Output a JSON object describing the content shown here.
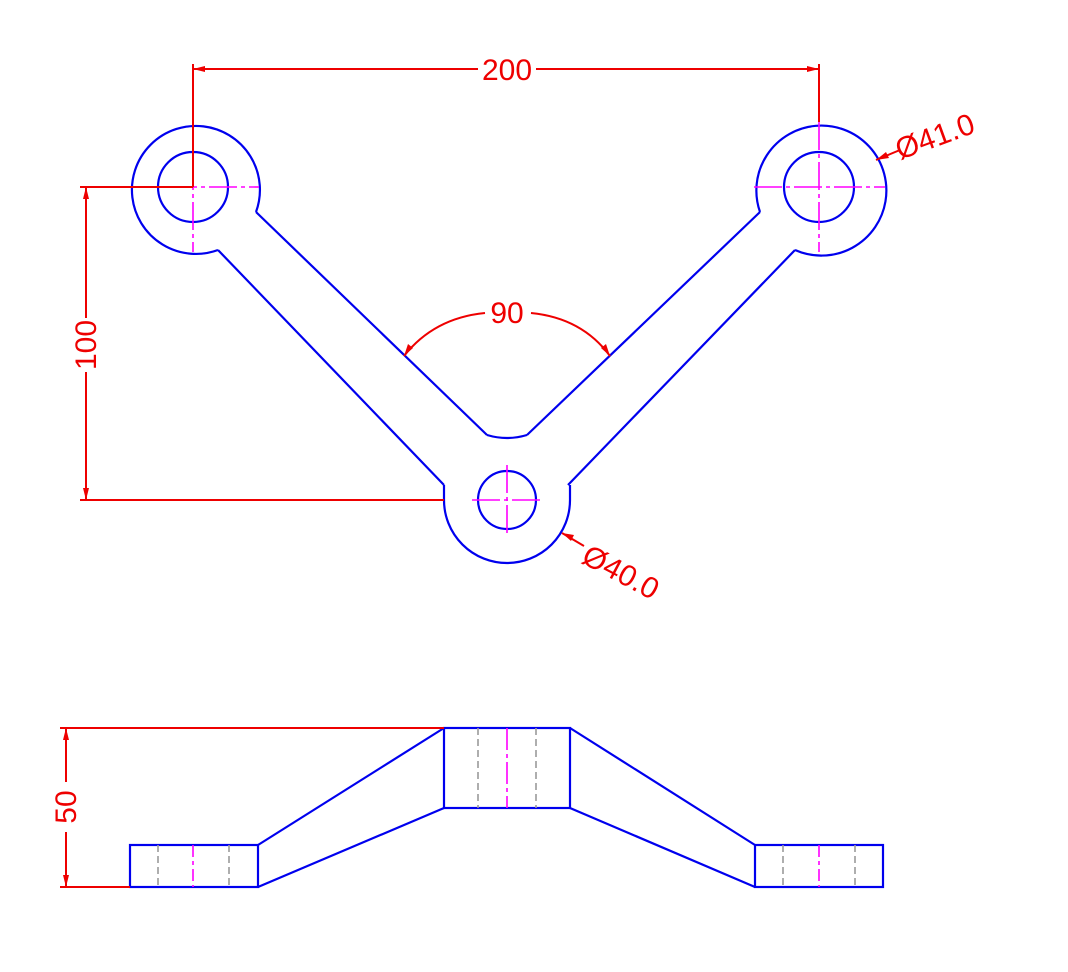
{
  "title": "",
  "top_view": {
    "dim_width": "200",
    "dim_height": "100",
    "dim_angle": "90",
    "dim_diameter_right": "Ø41.0",
    "dim_diameter_bottom": "Ø40.0"
  },
  "side_view": {
    "dim_height": "50"
  },
  "colors": {
    "outline": "#0000ee",
    "dimension": "#ee0000",
    "centerline": "#ff00ff",
    "hidden_line": "#9a9a9a"
  }
}
